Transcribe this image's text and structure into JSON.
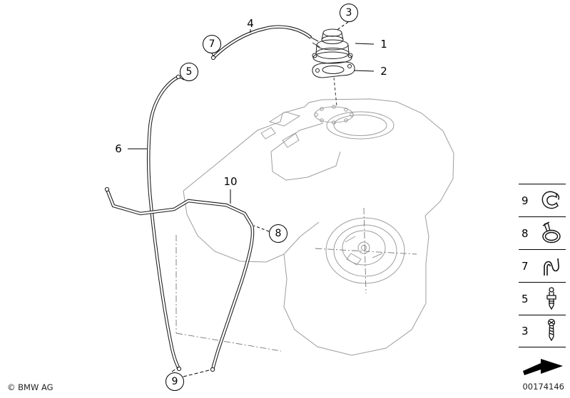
{
  "callouts": {
    "n1": "1",
    "n2": "2",
    "n3": "3",
    "n4": "4",
    "n5": "5",
    "n6": "6",
    "n7": "7",
    "n8": "8",
    "n9": "9",
    "n10": "10"
  },
  "sidebar": {
    "items": [
      {
        "label": "9",
        "icon": "pipe-clip-icon"
      },
      {
        "label": "8",
        "icon": "hose-clamp-icon"
      },
      {
        "label": "7",
        "icon": "spring-clip-icon"
      },
      {
        "label": "5",
        "icon": "vent-valve-icon"
      },
      {
        "label": "3",
        "icon": "screw-icon"
      }
    ],
    "direction_arrow": "front-direction-arrow-icon"
  },
  "footer": {
    "copyright": "© BMW AG",
    "doc_number": "00174146"
  },
  "diagram": {
    "subject": "fuel-tank-ventilation-parts",
    "line_color": "#9d9d9d",
    "part_line_color": "#1a1a1a"
  }
}
